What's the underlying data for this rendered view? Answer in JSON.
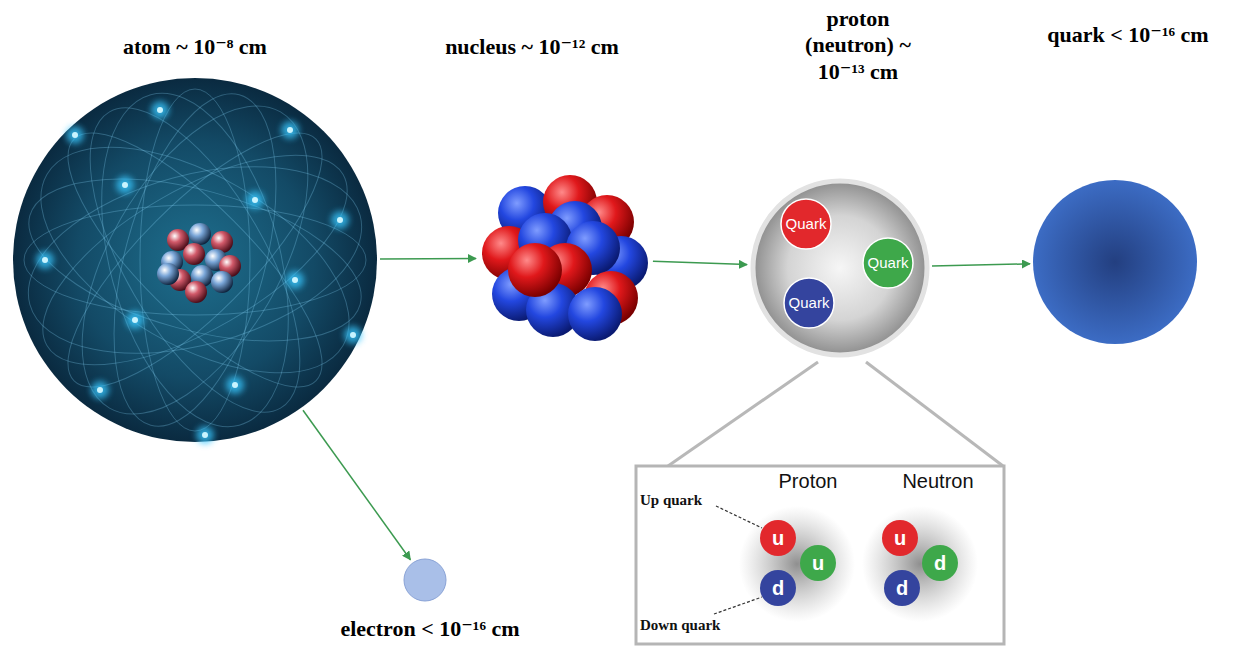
{
  "diagram": {
    "nodes": [
      {
        "text": [
          "atom ~ 10⁻⁸ cm"
        ]
      },
      {
        "text": [
          "nucleus ~ 10⁻¹² cm"
        ]
      },
      {
        "text": [
          "proton (neutron) ~ 10⁻¹³ cm"
        ]
      },
      {
        "text": [
          "Quark"
        ],
        "in": 2
      },
      {
        "text": [
          "Quark"
        ],
        "in": 2
      },
      {
        "text": [
          "Quark"
        ],
        "in": 2
      },
      {
        "text": [
          "quark < 10⁻¹⁶ cm"
        ]
      },
      {
        "text": [
          "electron < 10⁻¹⁶ cm"
        ]
      },
      {
        "text": [
          "Proton"
        ]
      },
      {
        "text": [
          "u"
        ],
        "in": 8
      },
      {
        "text": [
          "u"
        ],
        "in": 8
      },
      {
        "text": [
          "d"
        ],
        "in": 8
      },
      {
        "text": [
          "Neutron"
        ]
      },
      {
        "text": [
          "u"
        ],
        "in": 12
      },
      {
        "text": [
          "d"
        ],
        "in": 12
      },
      {
        "text": [
          "d"
        ],
        "in": 12
      }
    ],
    "edges": [
      {
        "from": 0,
        "to": 1,
        "arrow": "to"
      },
      {
        "from": 1,
        "to": 2,
        "arrow": "to"
      },
      {
        "from": 2,
        "to": 6,
        "arrow": "to"
      },
      {
        "from": 0,
        "to": 7,
        "arrow": "to"
      }
    ],
    "labels": [
      "Up quark",
      "Down quark"
    ]
  }
}
